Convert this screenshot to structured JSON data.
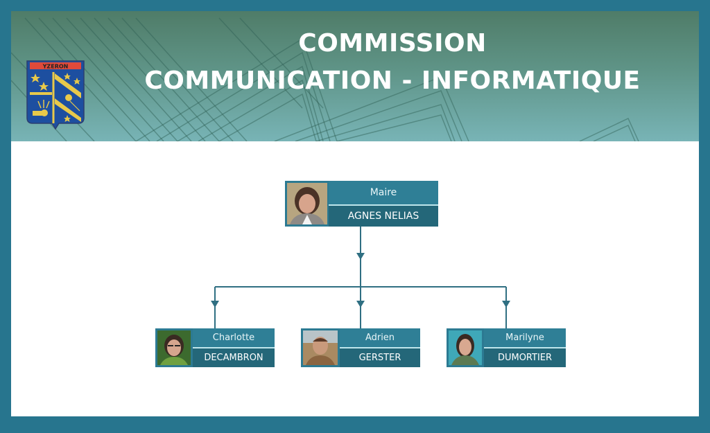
{
  "header": {
    "title_line1": "COMMISSION",
    "title_line2": "COMMUNICATION - INFORMATIQUE",
    "crest": {
      "label": "YZERON",
      "icon": "coat-of-arms-icon"
    }
  },
  "colors": {
    "frame": "#27758e",
    "card_top": "#2f7f96",
    "card_bottom": "#246779",
    "connector": "#2f6f82",
    "banner_top": "#4f7c68",
    "banner_bottom": "#78b4b6"
  },
  "org_chart": {
    "root": {
      "role": "Maire",
      "name": "AGNES NELIAS"
    },
    "children": [
      {
        "first_name": "Charlotte",
        "last_name": "DECAMBRON"
      },
      {
        "first_name": "Adrien",
        "last_name": "GERSTER"
      },
      {
        "first_name": "Marilyne",
        "last_name": "DUMORTIER"
      }
    ]
  }
}
